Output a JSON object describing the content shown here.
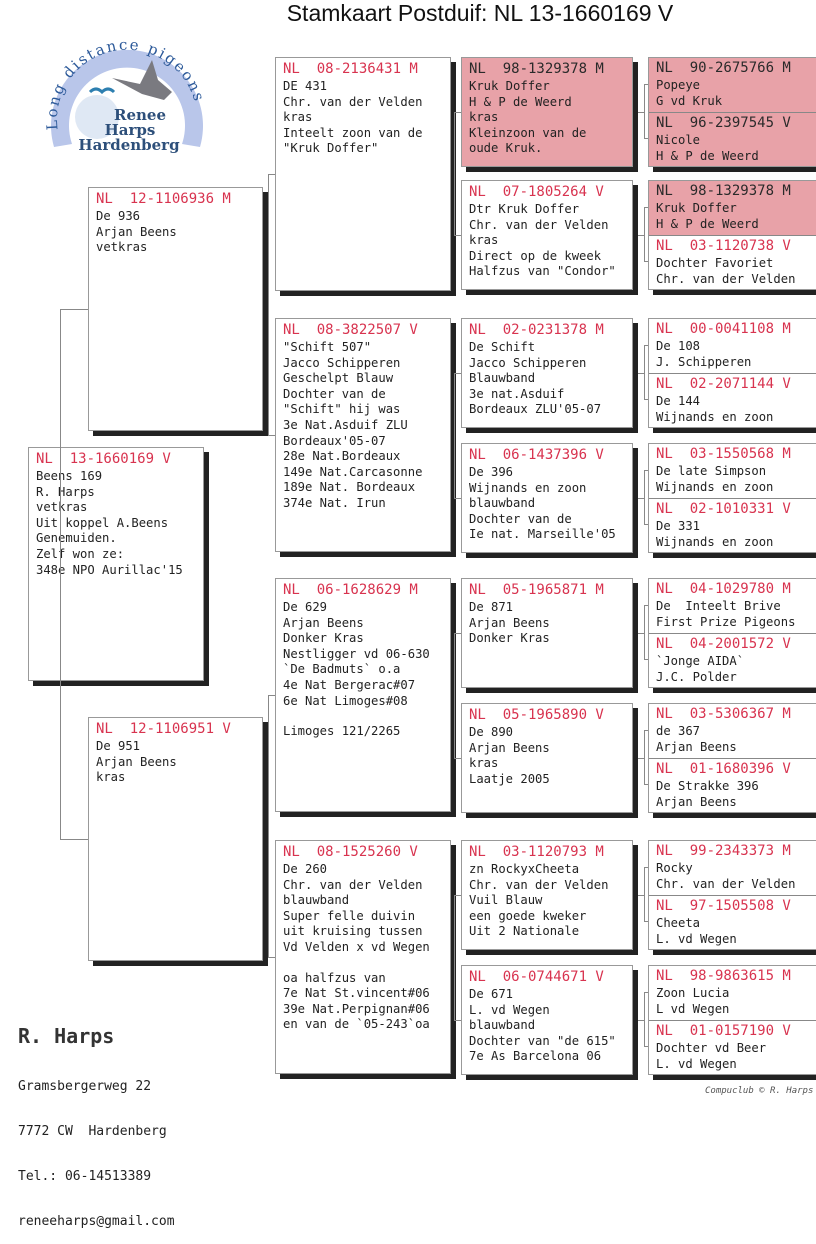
{
  "title": "Stamkaart Postduif: NL  13-1660169 V",
  "logo": {
    "arc_text": "Long distance pigeons",
    "line1": "Renee",
    "line2": "Harps",
    "line3": "Hardenberg"
  },
  "colors": {
    "ring": "#d8334f",
    "highlight": "#e8a2a8"
  },
  "gen1": [
    {
      "ring": "NL  13-1660169 V",
      "lines": [
        "Beens 169",
        "R. Harps",
        "vetkras",
        "Uit koppel A.Beens",
        "Genemuiden.",
        "Zelf won ze:",
        "348e NPO Aurillac'15"
      ]
    }
  ],
  "gen2": [
    {
      "ring": "NL  12-1106936 M",
      "lines": [
        "De 936",
        "Arjan Beens",
        "vetkras"
      ]
    },
    {
      "ring": "NL  12-1106951 V",
      "lines": [
        "De 951",
        "Arjan Beens",
        "kras"
      ]
    }
  ],
  "gen3": [
    {
      "ring": "NL  08-2136431 M",
      "lines": [
        "DE 431",
        "Chr. van der Velden",
        "kras",
        "Inteelt zoon van de",
        "\"Kruk Doffer\""
      ]
    },
    {
      "ring": "NL  08-3822507 V",
      "lines": [
        "\"Schift 507\"",
        "Jacco Schipperen",
        "Geschelpt Blauw",
        "Dochter van de",
        "\"Schift\" hij was",
        "3e Nat.Asduif ZLU",
        "Bordeaux'05-07",
        "28e Nat.Bordeaux",
        "149e Nat.Carcasonne",
        "189e Nat. Bordeaux",
        "374e Nat. Irun"
      ]
    },
    {
      "ring": "NL  06-1628629 M",
      "lines": [
        "De 629",
        "Arjan Beens",
        "Donker Kras",
        "Nestligger vd 06-630",
        "`De Badmuts` o.a",
        "4e Nat Bergerac#07",
        "6e Nat Limoges#08",
        "",
        "Limoges 121/2265"
      ]
    },
    {
      "ring": "NL  08-1525260 V",
      "lines": [
        "De 260",
        "Chr. van der Velden",
        "blauwband",
        "Super felle duivin",
        "uit kruising tussen",
        "Vd Velden x vd Wegen",
        "",
        "oa halfzus van",
        "7e Nat St.vincent#06",
        "39e Nat.Perpignan#06",
        "en van de `05-243`oa"
      ]
    }
  ],
  "gen4": [
    {
      "ring": "NL  98-1329378 M",
      "highlighted": true,
      "lines": [
        "Kruk Doffer",
        "H & P de Weerd",
        "kras",
        "Kleinzoon van de",
        "oude Kruk."
      ]
    },
    {
      "ring": "NL  07-1805264 V",
      "lines": [
        "Dtr Kruk Doffer",
        "Chr. van der Velden",
        "kras",
        "Direct op de kweek",
        "Halfzus van \"Condor\""
      ]
    },
    {
      "ring": "NL  02-0231378 M",
      "lines": [
        "De Schift",
        "Jacco Schipperen",
        "Blauwband",
        "3e nat.Asduif",
        "Bordeaux ZLU'05-07"
      ]
    },
    {
      "ring": "NL  06-1437396 V",
      "lines": [
        "De 396",
        "Wijnands en zoon",
        "blauwband",
        "Dochter van de",
        "Ie nat. Marseille'05"
      ]
    },
    {
      "ring": "NL  05-1965871 M",
      "lines": [
        "De 871",
        "Arjan Beens",
        "Donker Kras"
      ]
    },
    {
      "ring": "NL  05-1965890 V",
      "lines": [
        "De 890",
        "Arjan Beens",
        "kras",
        "Laatje 2005"
      ]
    },
    {
      "ring": "NL  03-1120793 M",
      "lines": [
        "zn RockyxCheeta",
        "Chr. van der Velden",
        "Vuil Blauw",
        "een goede kweker",
        "Uit 2 Nationale"
      ]
    },
    {
      "ring": "NL  06-0744671 V",
      "lines": [
        "De 671",
        "L. vd Wegen",
        "blauwband",
        "Dochter van \"de 615\"",
        "7e As Barcelona 06"
      ]
    }
  ],
  "gen5": [
    {
      "ring": "NL  90-2675766 M",
      "highlighted": true,
      "lines": [
        "Popeye",
        "G vd Kruk"
      ]
    },
    {
      "ring": "NL  96-2397545 V",
      "highlighted": true,
      "lines": [
        "Nicole",
        "H & P de Weerd"
      ]
    },
    {
      "ring": "NL  98-1329378 M",
      "highlighted": true,
      "lines": [
        "Kruk Doffer",
        "H & P de Weerd"
      ]
    },
    {
      "ring": "NL  03-1120738 V",
      "lines": [
        "Dochter Favoriet",
        "Chr. van der Velden"
      ]
    },
    {
      "ring": "NL  00-0041108 M",
      "lines": [
        "De 108",
        "J. Schipperen"
      ]
    },
    {
      "ring": "NL  02-2071144 V",
      "lines": [
        "De 144",
        "Wijnands en zoon"
      ]
    },
    {
      "ring": "NL  03-1550568 M",
      "lines": [
        "De late Simpson",
        "Wijnands en zoon"
      ]
    },
    {
      "ring": "NL  02-1010331 V",
      "lines": [
        "De 331",
        "Wijnands en zoon"
      ]
    },
    {
      "ring": "NL  04-1029780 M",
      "lines": [
        "De  Inteelt Brive",
        "First Prize Pigeons"
      ]
    },
    {
      "ring": "NL  04-2001572 V",
      "lines": [
        "`Jonge AIDA`",
        "J.C. Polder"
      ]
    },
    {
      "ring": "NL  03-5306367 M",
      "lines": [
        "de 367",
        "Arjan Beens"
      ]
    },
    {
      "ring": "NL  01-1680396 V",
      "lines": [
        "De Strakke 396",
        "Arjan Beens"
      ]
    },
    {
      "ring": "NL  99-2343373 M",
      "lines": [
        "Rocky",
        "Chr. van der Velden"
      ]
    },
    {
      "ring": "NL  97-1505508 V",
      "lines": [
        "Cheeta",
        "L. vd Wegen"
      ]
    },
    {
      "ring": "NL  98-9863615 M",
      "lines": [
        "Zoon Lucia",
        "L vd Wegen"
      ]
    },
    {
      "ring": "NL  01-0157190 V",
      "lines": [
        "Dochter vd Beer",
        "L. vd Wegen"
      ]
    }
  ],
  "breeder": {
    "name": "R. Harps",
    "address": "Gramsbergerweg 22",
    "city": "7772 CW  Hardenberg",
    "phone": "Tel.: 06-14513389",
    "email": "reneeharps@gmail.com"
  },
  "credit": "Compuclub © R. Harps"
}
